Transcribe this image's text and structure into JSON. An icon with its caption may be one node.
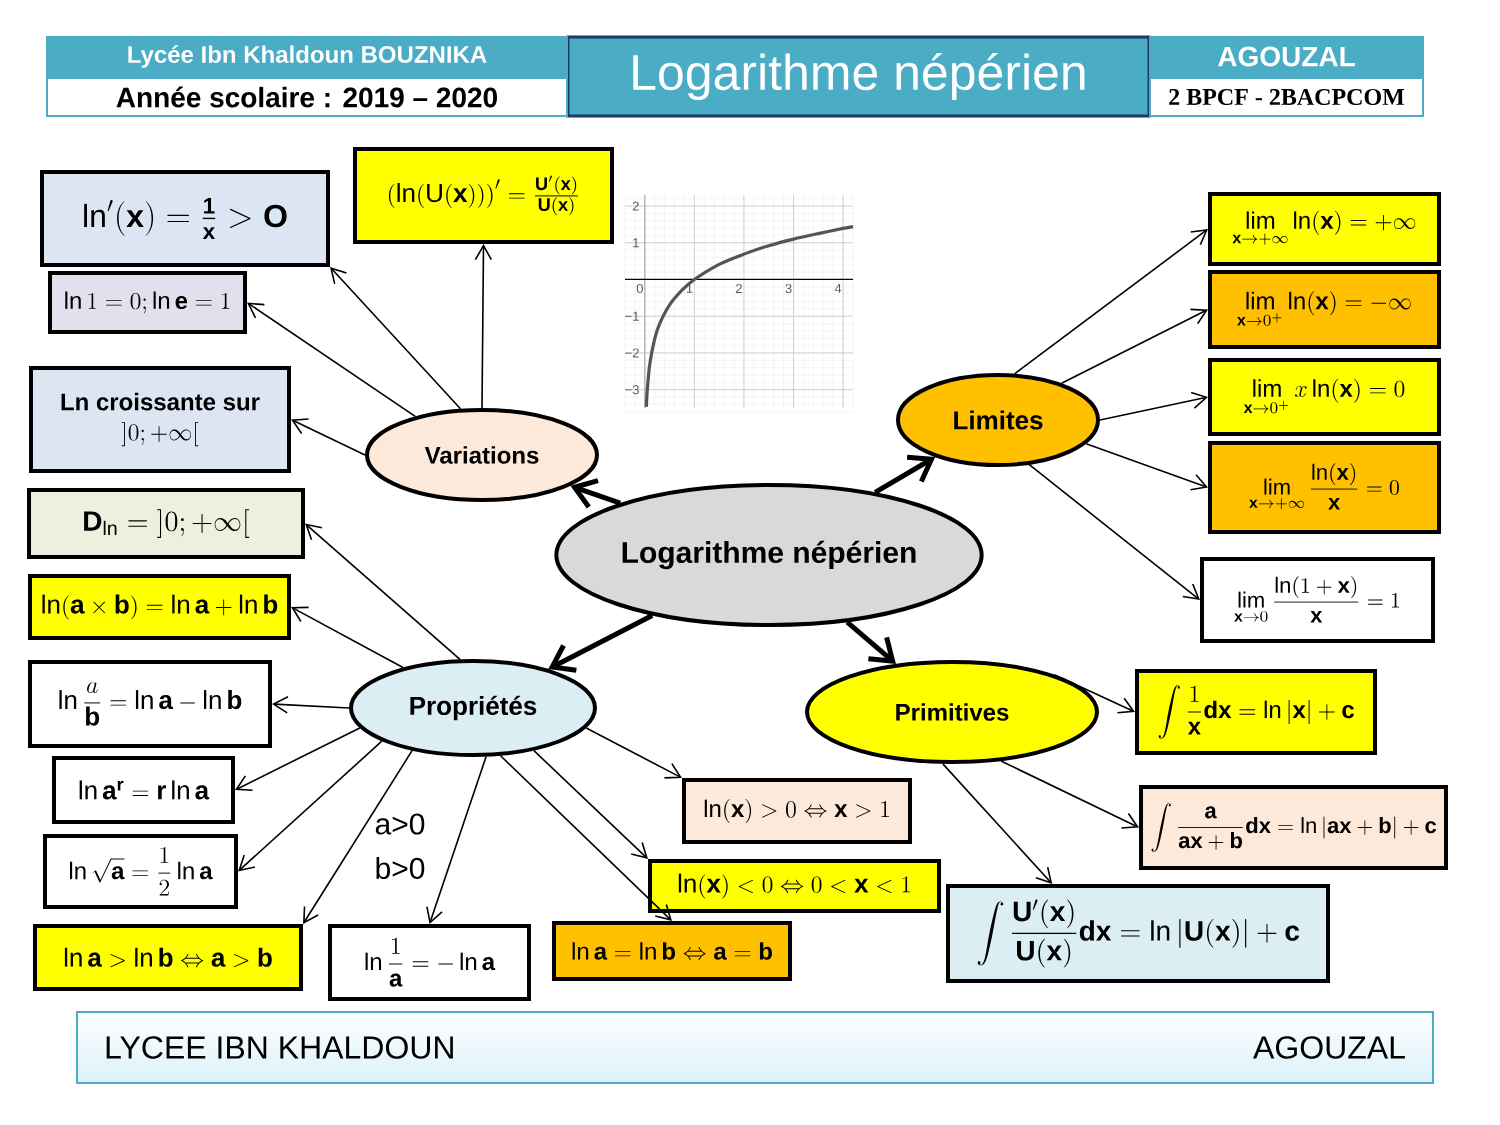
{
  "diagram": {
    "title": "Logarithme népérien",
    "nodes": [
      {
        "text": [
          "Lycée Ibn Khaldoun BOUZNIKA"
        ]
      },
      {
        "text": [
          "Année scolaire : 2019 – 2020"
        ]
      },
      {
        "text": [
          "AGOUZAL"
        ]
      },
      {
        "text": [
          "2 BPCF - 2BACPCOM"
        ]
      },
      {
        "text": [
          "Logarithme népérien"
        ]
      },
      {
        "text": [
          "Variations"
        ]
      },
      {
        "text": [
          "Limites"
        ]
      },
      {
        "text": [
          "Propriétés"
        ]
      },
      {
        "text": [
          "Primitives"
        ]
      },
      {
        "text": [
          "\\ln'(\\mathbf{x})=\\frac{\\mathbf{1}}{\\mathbf{x}}>\\mathbf{O}"
        ]
      },
      {
        "text": [
          "\\left(\\ln(\\mathrm{U}(\\mathbf{x}))\\right)'=\\frac{\\mathbf{U'(x)}}{\\mathbf{U(x)}}"
        ]
      },
      {
        "text": [
          "\\ln 1=0;\\ln\\mathbf{e}=1"
        ]
      },
      {
        "text": [
          "Ln croissante sur",
          "\\left]0;+\\infty\\right["
        ]
      },
      {
        "text": [
          "\\mathbf{D}_{\\ln}=\\left]0;+\\infty\\right["
        ]
      },
      {
        "text": [
          "\\ln(\\mathbf{a}\\times\\mathbf{b})=\\ln\\mathbf{a}+\\ln\\mathbf{b}"
        ]
      },
      {
        "text": [
          "\\ln\\frac{a}{\\mathbf{b}}=\\ln\\mathbf{a}-\\ln\\mathbf{b}"
        ]
      },
      {
        "text": [
          "\\ln\\mathbf{a}^{\\mathbf{r}}=\\mathbf{r}\\ln\\mathbf{a}"
        ]
      },
      {
        "text": [
          "\\ln\\sqrt{\\mathbf{a}}=\\frac{1}{2}\\ln\\mathbf{a}"
        ]
      },
      {
        "text": [
          "\\ln\\mathbf{a}>\\ln\\mathbf{b}\\Leftrightarrow\\mathbf{a}>\\mathbf{b}"
        ]
      },
      {
        "text": [
          "\\ln\\frac{1}{\\mathbf{a}}=-\\ln\\mathbf{a}"
        ]
      },
      {
        "text": [
          "\\ln\\mathbf{a}=\\ln\\mathbf{b}\\Leftrightarrow\\mathbf{a}=\\mathbf{b}"
        ]
      },
      {
        "text": [
          "\\ln(\\mathbf{x})<0\\Leftrightarrow 0<\\mathbf{x}<1"
        ]
      },
      {
        "text": [
          "\\ln(\\mathbf{x})>0\\Leftrightarrow\\mathbf{x}>1"
        ]
      },
      {
        "text": [
          "\\lim_{\\mathbf{x}\\to+\\infty}\\ln(\\mathbf{x})=+\\infty"
        ]
      },
      {
        "text": [
          "\\lim_{\\mathbf{x}\\to0^{+}}\\ln(\\mathbf{x})=-\\infty"
        ]
      },
      {
        "text": [
          "\\lim_{\\mathbf{x}\\to0^{+}}x\\ln(\\mathbf{x})=0"
        ]
      },
      {
        "text": [
          "\\lim_{\\mathbf{x}\\to+\\infty}\\frac{\\ln(\\mathbf{x})}{\\mathbf{x}}=0"
        ]
      },
      {
        "text": [
          "\\lim_{\\mathbf{x}\\to0}\\frac{\\ln(1+\\mathbf{x})}{\\mathbf{x}}=1"
        ]
      },
      {
        "text": [
          "\\int\\frac{1}{\\mathbf{x}}\\mathbf{dx}=\\ln|\\mathbf{x}|+\\mathbf{c}"
        ]
      },
      {
        "text": [
          "\\int\\frac{\\mathbf{a}}{\\mathbf{ax+b}}\\mathbf{dx}=\\ln|\\mathbf{ax+b}|+\\mathbf{c}"
        ]
      },
      {
        "text": [
          "\\int\\frac{\\mathbf{U'(x)}}{\\mathbf{U(x)}}\\mathbf{dx}=\\ln|\\mathbf{U(x)}|+\\mathbf{c}"
        ]
      },
      {
        "text": [
          "LYCEE IBN KHALDOUN",
          "AGOUZAL"
        ]
      }
    ],
    "edges": [
      {
        "from": 4,
        "to": 5,
        "arrow": "to",
        "style": "thick"
      },
      {
        "from": 4,
        "to": 6,
        "arrow": "to",
        "style": "thick"
      },
      {
        "from": 4,
        "to": 7,
        "arrow": "to",
        "style": "thick"
      },
      {
        "from": 4,
        "to": 8,
        "arrow": "to",
        "style": "thick"
      },
      {
        "from": 5,
        "to": 9,
        "arrow": "to"
      },
      {
        "from": 5,
        "to": 10,
        "arrow": "to"
      },
      {
        "from": 5,
        "to": 11,
        "arrow": "to"
      },
      {
        "from": 5,
        "to": 12,
        "arrow": "to"
      },
      {
        "from": 7,
        "to": 13,
        "arrow": "to"
      },
      {
        "from": 7,
        "to": 14,
        "arrow": "to"
      },
      {
        "from": 7,
        "to": 15,
        "arrow": "to"
      },
      {
        "from": 7,
        "to": 16,
        "arrow": "to"
      },
      {
        "from": 7,
        "to": 17,
        "arrow": "to"
      },
      {
        "from": 7,
        "to": 18,
        "arrow": "to"
      },
      {
        "from": 7,
        "to": 19,
        "arrow": "to"
      },
      {
        "from": 7,
        "to": 20,
        "arrow": "to"
      },
      {
        "from": 7,
        "to": 21,
        "arrow": "to"
      },
      {
        "from": 7,
        "to": 22,
        "arrow": "to"
      },
      {
        "from": 6,
        "to": 23,
        "arrow": "to"
      },
      {
        "from": 6,
        "to": 24,
        "arrow": "to"
      },
      {
        "from": 6,
        "to": 25,
        "arrow": "to"
      },
      {
        "from": 6,
        "to": 26,
        "arrow": "to"
      },
      {
        "from": 6,
        "to": 27,
        "arrow": "to"
      },
      {
        "from": 8,
        "to": 28,
        "arrow": "to"
      },
      {
        "from": 8,
        "to": 29,
        "arrow": "to"
      },
      {
        "from": 8,
        "to": 30,
        "arrow": "to"
      }
    ],
    "labels": [
      "a>0",
      "b>0"
    ],
    "chart_data": {
      "type": "line",
      "x": [
        0.031,
        0.05,
        0.1,
        0.2,
        0.3,
        0.5,
        0.75,
        1,
        1.5,
        2,
        2.5,
        3,
        3.5,
        4,
        4.2
      ],
      "series": [
        {
          "color": "#555555",
          "values": [
            -3.47,
            -3.0,
            -2.3,
            -1.61,
            -1.2,
            -0.69,
            -0.29,
            0,
            0.41,
            0.69,
            0.92,
            1.1,
            1.25,
            1.39,
            1.44
          ]
        }
      ],
      "grid": true,
      "xlim": [
        -0.4,
        4.2
      ],
      "ylim": [
        -3.5,
        2.3
      ],
      "xticks": [
        {
          "value": 0,
          "label": "0"
        },
        {
          "value": 1,
          "label": "1"
        },
        {
          "value": 2,
          "label": "2"
        },
        {
          "value": 3,
          "label": "3"
        },
        {
          "value": 4,
          "label": "4"
        }
      ],
      "yticks": [
        {
          "value": -3,
          "label": "−3"
        },
        {
          "value": -2,
          "label": "−2"
        },
        {
          "value": -1,
          "label": "−1"
        },
        {
          "value": 1,
          "label": "1"
        },
        {
          "value": 2,
          "label": "2"
        }
      ]
    }
  }
}
